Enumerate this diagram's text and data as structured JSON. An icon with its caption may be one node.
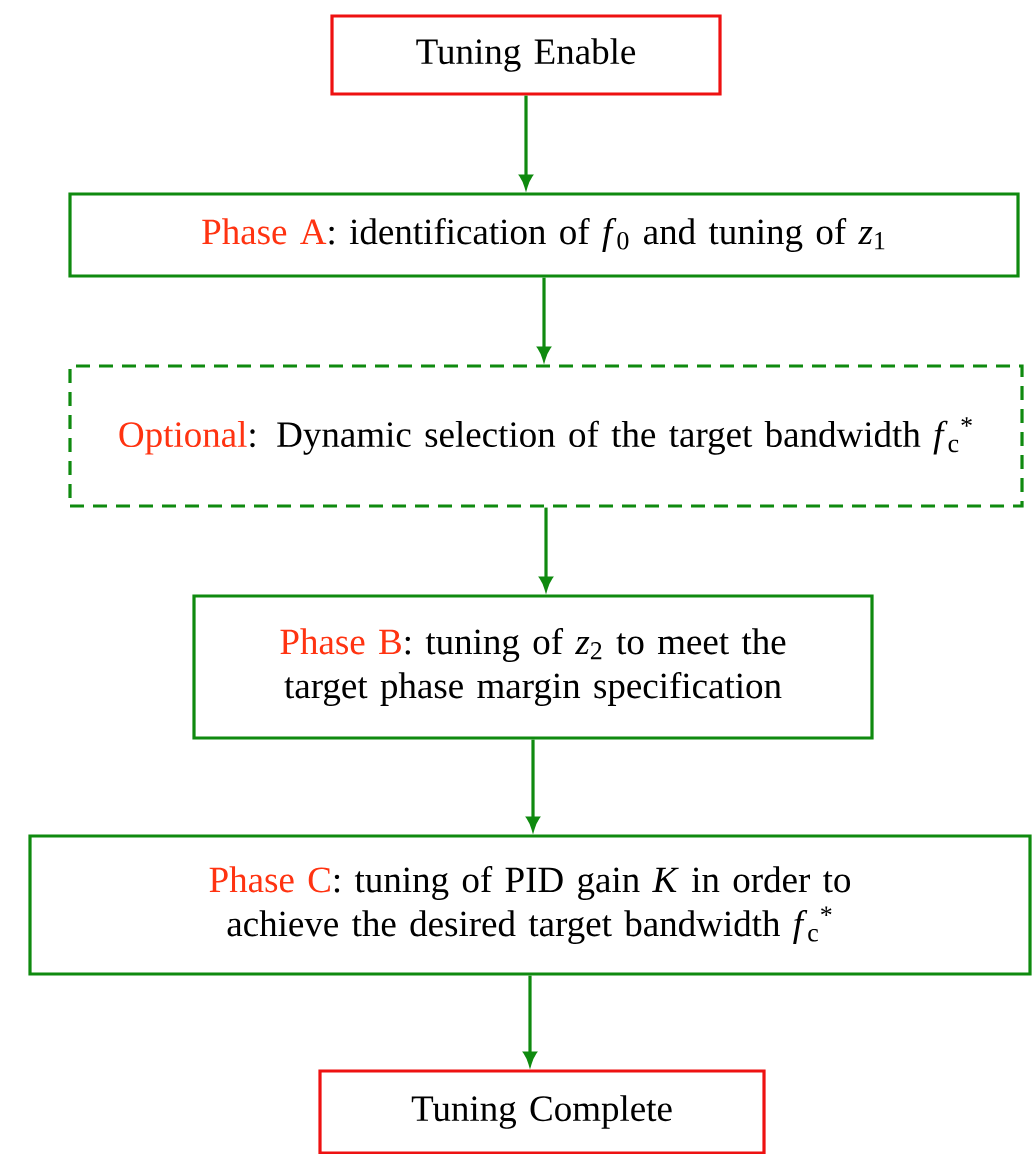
{
  "diagram": {
    "nodes": [
      {
        "text": [
          "Tuning Enable"
        ]
      },
      {
        "text": [
          "Phase A",
          ": identification of *f*$_{0}$ and tuning of *z*$_{1}$"
        ]
      },
      {
        "text": [
          "Optional",
          ": Dynamic selection of the target bandwidth *f*$_{c}$$^{*}$"
        ]
      },
      {
        "text": [
          "Phase B",
          ": tuning of *z*$_{2}$ to meet the target phase margin specification"
        ]
      },
      {
        "text": [
          "Phase C",
          ": tuning of PID gain *K* in order to achieve the desired target bandwidth *f*$_{c}$$^{*}$"
        ]
      },
      {
        "text": [
          "Tuning Complete"
        ]
      }
    ],
    "edges": [
      {
        "from": 0,
        "to": 1,
        "arrow": "to"
      },
      {
        "from": 1,
        "to": 2,
        "arrow": "to"
      },
      {
        "from": 2,
        "to": 3,
        "arrow": "to"
      },
      {
        "from": 3,
        "to": 4,
        "arrow": "to"
      },
      {
        "from": 4,
        "to": 5,
        "arrow": "to"
      }
    ]
  }
}
